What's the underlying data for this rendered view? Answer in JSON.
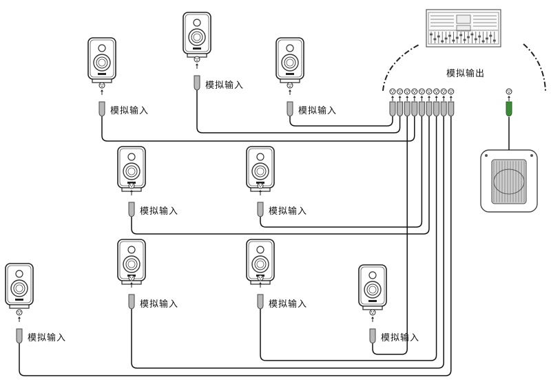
{
  "diagram": {
    "title": "Analog output wiring diagram",
    "source": {
      "name": "mixing-console",
      "output_label": "模拟输出",
      "output_count": 9
    },
    "subwoofer": {
      "name": "subwoofer",
      "connector_color": "#3f8a3a"
    },
    "speakers": [
      {
        "id": "spk-1",
        "input_label": "模拟输入"
      },
      {
        "id": "spk-2",
        "input_label": "模拟输入"
      },
      {
        "id": "spk-3",
        "input_label": "模拟输入"
      },
      {
        "id": "spk-4",
        "input_label": "模拟输入"
      },
      {
        "id": "spk-5",
        "input_label": "模拟输入"
      },
      {
        "id": "spk-6",
        "input_label": "模拟输入"
      },
      {
        "id": "spk-7",
        "input_label": "模拟输入"
      },
      {
        "id": "spk-8",
        "input_label": "模拟输入"
      },
      {
        "id": "spk-9",
        "input_label": "模拟输入"
      }
    ],
    "colors": {
      "line": "#111111",
      "connector": "#b9b9b9",
      "sub_connector": "#3f8a3a"
    }
  }
}
